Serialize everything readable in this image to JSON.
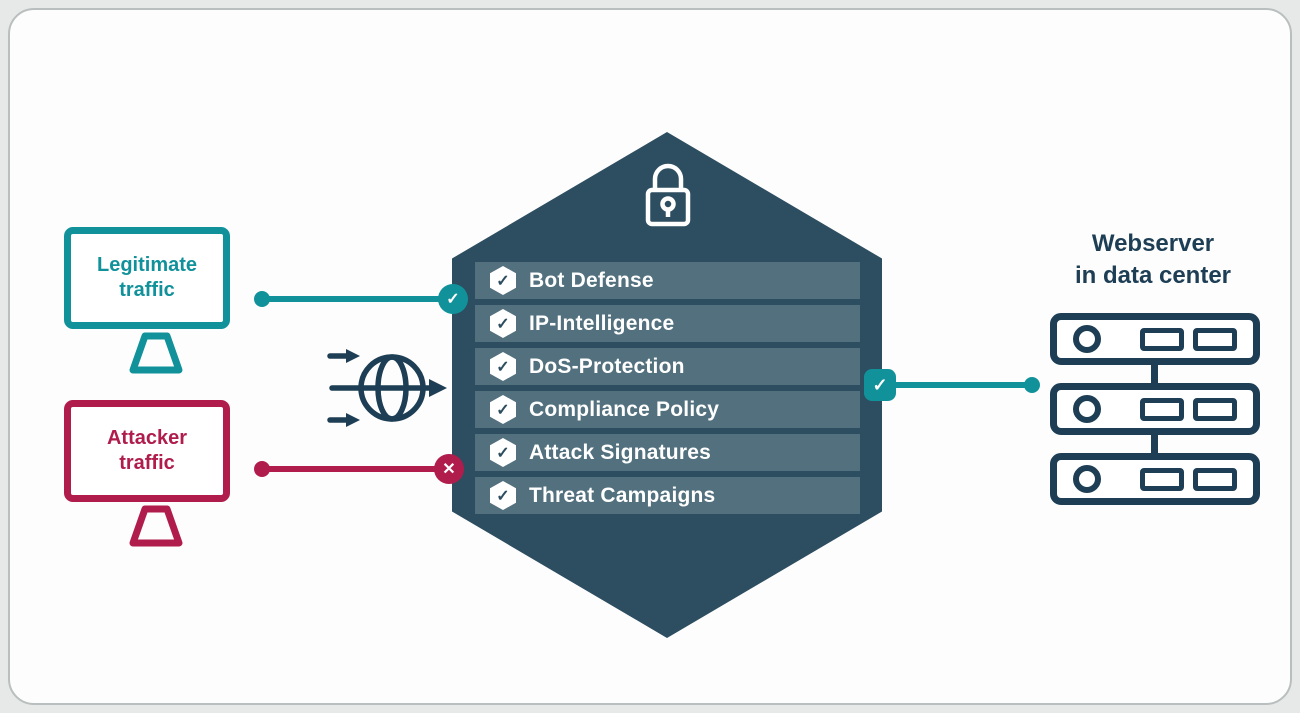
{
  "sources": {
    "legitimate": {
      "line1": "Legitimate",
      "line2": "traffic"
    },
    "attacker": {
      "line1": "Attacker",
      "line2": "traffic"
    }
  },
  "firewall": {
    "features": [
      "Bot Defense",
      "IP-Intelligence",
      "DoS-Protection",
      "Compliance Policy",
      "Attack Signatures",
      "Threat Campaigns"
    ]
  },
  "destination": {
    "line1": "Webserver",
    "line2": "in data center"
  },
  "glyphs": {
    "check": "✓",
    "cross": "✕"
  },
  "icons": {
    "lock-icon": "padlock",
    "globe-icon": "internet traffic globe with arrows",
    "check-icon": "✓",
    "x-icon": "✕"
  },
  "colors": {
    "teal": "#11929b",
    "crimson": "#b01d4c",
    "hexagon": "#2d4d60",
    "feature_bar": "#52707e",
    "navy": "#1d3e54",
    "background": "#e7e9e8",
    "card": "#fdfdfd"
  }
}
